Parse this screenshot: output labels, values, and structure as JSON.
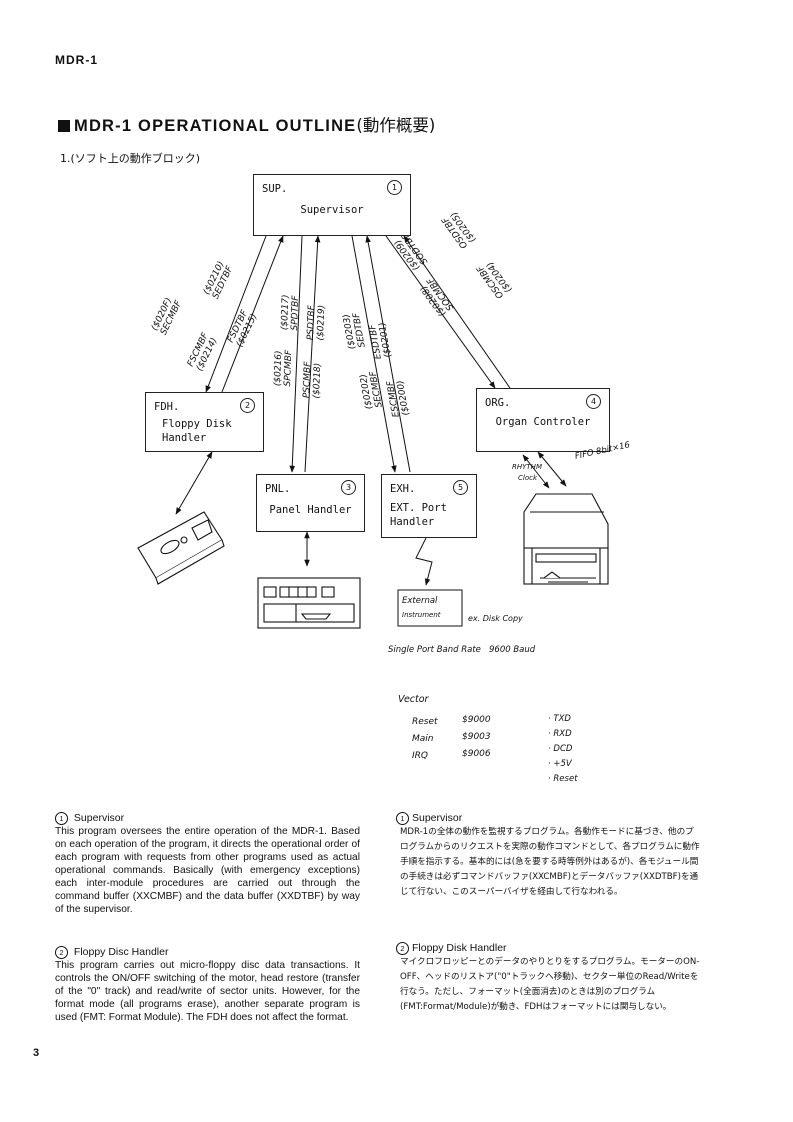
{
  "header": {
    "doc_code": "MDR-1"
  },
  "title": {
    "main": "MDR-1 OPERATIONAL OUTLINE",
    "jp": "(動作概要)"
  },
  "subtitle": "1.(ソフト上の動作ブロック)",
  "blocks": {
    "sup": {
      "code": "SUP.",
      "num": "1",
      "name": "Supervisor"
    },
    "fdh": {
      "code": "FDH.",
      "num": "2",
      "name1": "Floppy Disk",
      "name2": "Handler"
    },
    "pnl": {
      "code": "PNL.",
      "num": "3",
      "name": "Panel Handler"
    },
    "exh": {
      "code": "EXH.",
      "num": "5",
      "name1": "EXT. Port",
      "name2": "Handler"
    },
    "org": {
      "code": "ORG.",
      "num": "4",
      "name": "Organ Controler"
    }
  },
  "arrow_labels": {
    "fdh_left": [
      "($020F)",
      "SECMBF"
    ],
    "fdh_up": [
      "($0210)",
      "SEDTBF"
    ],
    "fdh_down": [
      "FSCMBF",
      "($0214)"
    ],
    "fdh_right": [
      "FSDTBF",
      "($0215)"
    ],
    "pnl_a": [
      "($0216)",
      "SPCMBF"
    ],
    "pnl_b": [
      "($0217)",
      "SPDTBF"
    ],
    "pnl_c": [
      "PSCMBF",
      "($0218)"
    ],
    "pnl_d": [
      "PSDTBF",
      "($0219)"
    ],
    "exh_a": [
      "($0202)",
      "SECMBF"
    ],
    "exh_b": [
      "($0203)",
      "SEDTBF"
    ],
    "exh_c": [
      "ESCMBF",
      "($0200)"
    ],
    "exh_d": [
      "ESDTBF",
      "($0201)"
    ],
    "org_a": [
      "($0208)",
      "SOCMBF"
    ],
    "org_b": [
      "($0209)",
      "SODTBF"
    ],
    "org_c": [
      "OSCMBF",
      "($0204)"
    ],
    "org_d": [
      "OSDTBF",
      "($0205)"
    ]
  },
  "notes": {
    "rhythm": "RHYTHM",
    "clock": "Clock",
    "fifo": "FIFO 8bit×16",
    "external_line1": "External",
    "external_line2": "Instrument",
    "disk_copy": "ex. Disk Copy",
    "single_port": "Single Port Band Rate",
    "baud": "9600 Baud"
  },
  "vector": {
    "title": "Vector",
    "rows": [
      {
        "label": "Reset",
        "addr": "$9000"
      },
      {
        "label": "Main",
        "addr": "$9003"
      },
      {
        "label": "IRQ",
        "addr": "$9006"
      }
    ],
    "pins": [
      "· TXD",
      "· RXD",
      "· DCD",
      "· +5V",
      "· Reset"
    ]
  },
  "sections_en": [
    {
      "num": "1",
      "heading": "Supervisor",
      "body": "This program oversees the entire operation of the MDR-1. Based on each operation of the program, it directs the operational order of each program with requests from other programs used as actual operational commands. Basically (with emergency exceptions) each inter-module procedures are carried out through the command buffer (XXCMBF) and the data buffer (XXDTBF) by way of the supervisor."
    },
    {
      "num": "2",
      "heading": "Floppy Disc Handler",
      "body": "This program carries out micro-floppy disc data transactions. It controls the ON/OFF switching of the motor, head restore (transfer of the \"0\" track) and read/write of sector units. However, for the format mode (all programs erase), another separate program is used (FMT: Format Module). The FDH does not affect the format."
    }
  ],
  "sections_jp": [
    {
      "num": "1",
      "heading": "Supervisor",
      "body": "MDR-1の全体の動作を監視するプログラム。各動作モードに基づき、他のプログラムからのリクエストを実際の動作コマンドとして、各プログラムに動作手順を指示する。基本的には(急を要する時等例外はあるが)、各モジュール間の手続きは必ずコマンドバッファ(XXCMBF)とデータバッファ(XXDTBF)を通じて行ない、このスーパーバイザを経由して行なわれる。"
    },
    {
      "num": "2",
      "heading": "Floppy Disk Handler",
      "body": "マイクロフロッピーとのデータのやりとりをするプログラム。モーターのON-OFF、ヘッドのリストア(\"0\"トラックへ移動)、セクター単位のRead/Writeを行なう。ただし、フォーマット(全面消去)のときは別のプログラム(FMT:Format/Module)が動き、FDHはフォーマットには関与しない。"
    }
  ],
  "page_number": "3"
}
